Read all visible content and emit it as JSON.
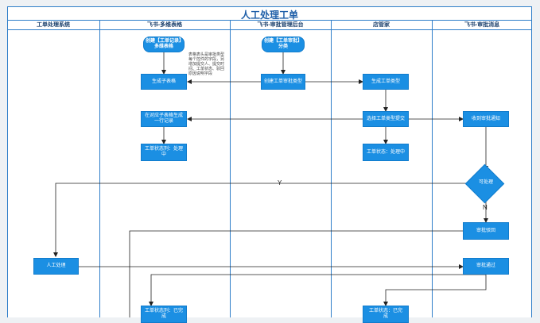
{
  "title": "人工处理工单",
  "lanes": [
    {
      "label": "工单处理系统"
    },
    {
      "label": "飞书-多维表格"
    },
    {
      "label": "飞书-审批管理后台"
    },
    {
      "label": "店管家"
    },
    {
      "label": "飞书-审批消息"
    }
  ],
  "nodes": {
    "create_record": {
      "line1": "创建【工单记录】",
      "line2": "多维表格"
    },
    "create_approval": {
      "line1": "创建【工单审批】",
      "line2": "分类"
    },
    "gen_subtable": {
      "label": "生成子表格"
    },
    "create_approval_type": {
      "label": "创建工单审批类型"
    },
    "gen_type": {
      "label": "生成工单类型"
    },
    "new_row": {
      "line1": "在对应子表格生成",
      "line2": "一行记录"
    },
    "select_submit": {
      "label": "选择工单类型提交"
    },
    "receive_notice": {
      "label": "收到审批通知"
    },
    "status_processing_table": {
      "line1": "工单状态列：处理",
      "line2": "中"
    },
    "status_processing_store": {
      "label": "工单状态：处理中"
    },
    "decision": {
      "label": "可处理"
    },
    "reject": {
      "label": "审批驳回"
    },
    "manual": {
      "label": "人工处理"
    },
    "approve": {
      "label": "审批通过"
    },
    "status_done_table": {
      "line1": "工单状态列：已完",
      "line2": "成"
    },
    "status_done_store": {
      "line1": "工单状态：已完",
      "line2": "成"
    }
  },
  "note": "表格表头是审批类型\n每个控件的字段，另\n增加提交人、提交时\n间、工单状态、驳回\n原因说明字段",
  "edge_labels": {
    "yes": "Y",
    "no": "N"
  },
  "colors": {
    "accent": "#1b8fe3",
    "border": "#2f7ec9",
    "title": "#1f5fa8"
  }
}
